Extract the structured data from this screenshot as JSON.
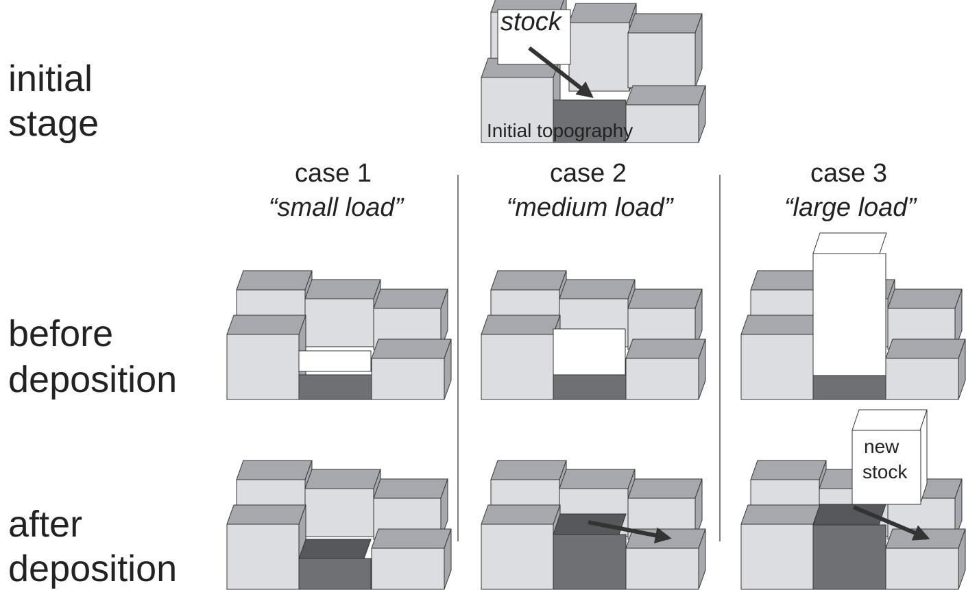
{
  "rows": {
    "initial": [
      "initial",
      "stage"
    ],
    "before": [
      "before",
      "deposition"
    ],
    "after": [
      "after",
      "deposition"
    ]
  },
  "cases": [
    {
      "title": "case 1",
      "subtitle": "“small load”"
    },
    {
      "title": "case 2",
      "subtitle": "“medium load”"
    },
    {
      "title": "case 3",
      "subtitle": "“large load”"
    }
  ],
  "labels": {
    "stock": "stock",
    "initial_topography": "Initial topography",
    "new_stock": [
      "new",
      "stock"
    ]
  },
  "colors": {
    "block_face": "#dcdde1",
    "block_top": "#a6a8ad",
    "dark_face": "#6e7073",
    "dark_top": "#56585b",
    "stock_white": "#ffffff",
    "outline": "#333333",
    "arrow": "#333333"
  }
}
